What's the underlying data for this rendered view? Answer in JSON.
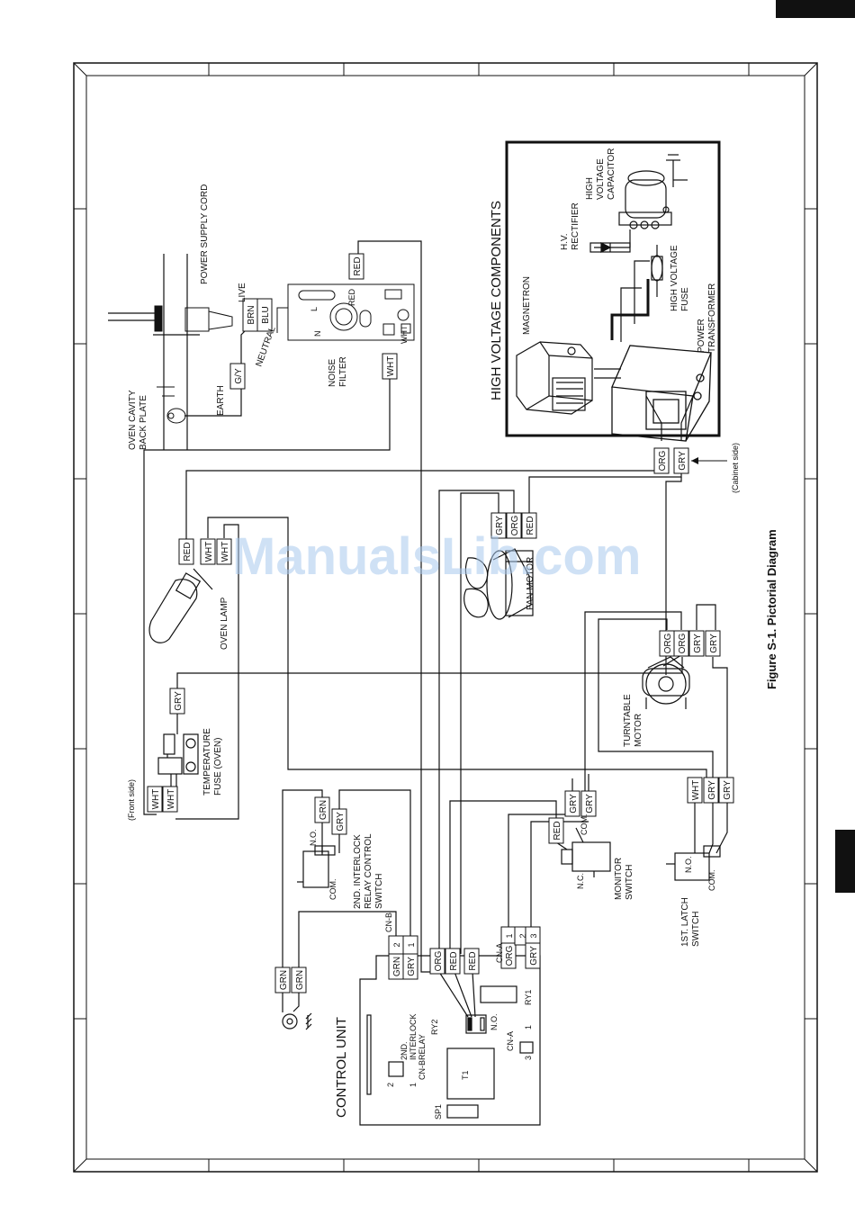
{
  "figure": {
    "caption": "Figure S-1. Pictorial Diagram",
    "side_labels": {
      "front": "(Front side)",
      "cabinet": "(Cabinet side)"
    },
    "watermark": "ManualsLib.com"
  },
  "components": {
    "power_cord": "POWER SUPPLY CORD",
    "oven_cavity": [
      "OVEN CAVITY",
      "BACK PLATE"
    ],
    "earth": "EARTH",
    "live": "LIVE",
    "neutral": "NEUTRAL",
    "noise_filter": [
      "NOISE",
      "FILTER"
    ],
    "hv_title": "HIGH VOLTAGE COMPONENTS",
    "magnetron": "MAGNETRON",
    "hv_rectifier": [
      "H.V.",
      "RECTIFIER"
    ],
    "hv_capacitor": [
      "HIGH",
      "VOLTAGE",
      "CAPACITOR"
    ],
    "hv_fuse": [
      "HIGH VOLTAGE",
      "FUSE"
    ],
    "power_transformer": [
      "POWER",
      "TRANSFORMER"
    ],
    "oven_lamp": "OVEN LAMP",
    "fan_motor": "FAN MOTOR",
    "turntable_motor": [
      "TURNTABLE",
      "MOTOR"
    ],
    "temp_fuse": [
      "TEMPERATURE",
      "FUSE (OVEN)"
    ],
    "interlock_relay_switch": [
      "2ND. INTERLOCK",
      "RELAY CONTROL",
      "SWITCH"
    ],
    "monitor_switch": [
      "MONITOR",
      "SWITCH"
    ],
    "latch_switch": [
      "1ST. LATCH",
      "SWITCH"
    ],
    "control_unit": "CONTROL UNIT",
    "interlock_relay": [
      "2ND.",
      "INTERLOCK",
      "RELAY"
    ],
    "cn_a": "CN-A",
    "cn_b": "CN-B",
    "ry1": "RY1",
    "ry2": "RY2",
    "t1": "T1",
    "sp1": "SP1",
    "no": "N.O.",
    "nc": "N.C.",
    "com": "COM.",
    "l": "L",
    "n": "N",
    "red_small": "RED",
    "wht_small": "WHT",
    "pin1": "1",
    "pin2": "2",
    "pin3": "3"
  },
  "wire_colors": {
    "red": "RED",
    "wht": "WHT",
    "org": "ORG",
    "gry": "GRY",
    "grn": "GRN",
    "gy": "G/Y",
    "brn": "BRN",
    "blu": "BLU"
  },
  "colors": {
    "line": "#111111",
    "paper": "#ffffff",
    "watermark": "#a9c9ee"
  }
}
